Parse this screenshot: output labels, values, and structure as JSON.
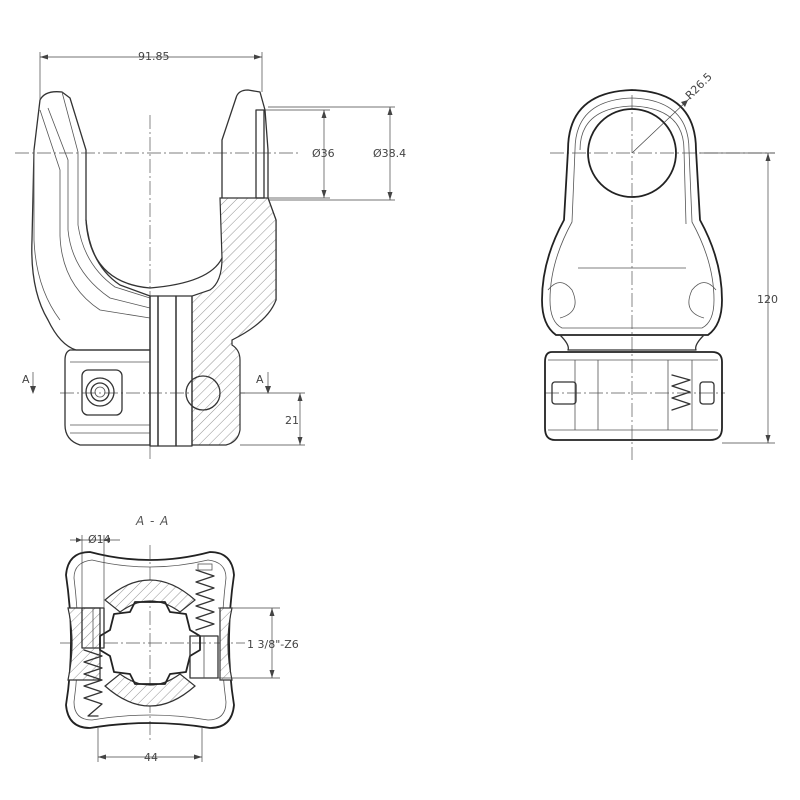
{
  "dimensions": {
    "width_top": "91.85",
    "dia_inner": "Ø36",
    "dia_outer": "Ø38.4",
    "radius": "R26.5",
    "height": "120",
    "hub_height": "21",
    "pin_dia": "Ø14",
    "spline": "1 3/8\"-Z6",
    "hub_width": "44"
  },
  "section": {
    "label": "A - A",
    "marker_left": "A",
    "marker_right": "A"
  }
}
